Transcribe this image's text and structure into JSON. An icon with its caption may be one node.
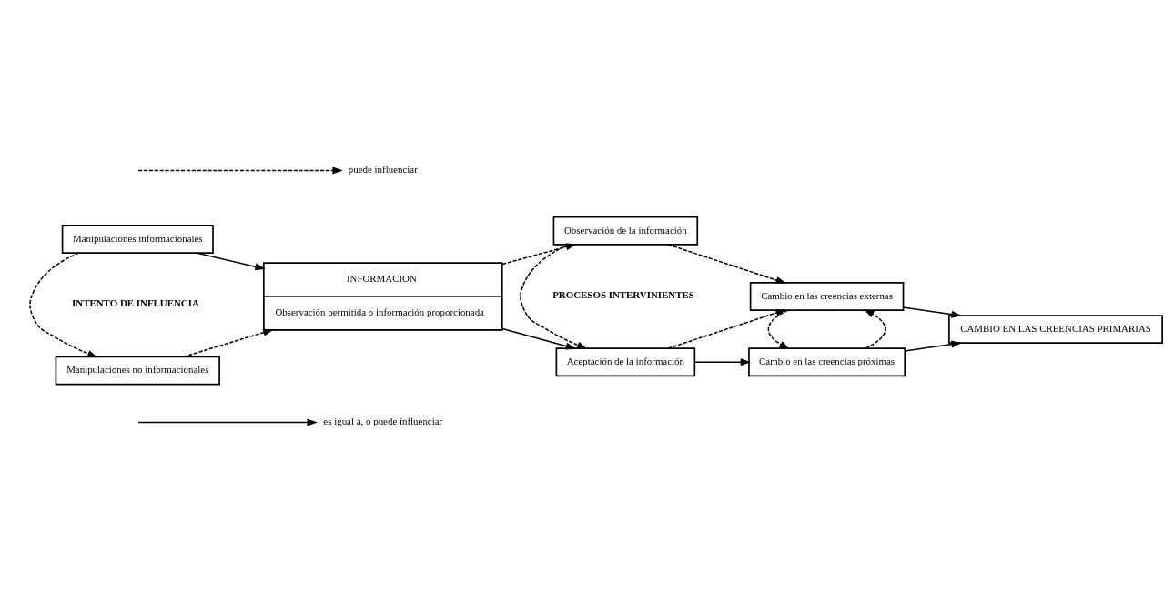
{
  "diagram": {
    "nodes": [
      {
        "text": [
          "Manipulaciones no informacionales"
        ]
      },
      {
        "text": [
          "INFORMACION",
          "Observación permitida o información proporcionada"
        ]
      },
      {
        "text": [
          "Manipulaciones informacionales"
        ]
      },
      {
        "text": [
          "Aceptación de la información"
        ]
      },
      {
        "text": [
          "Cambio en las creencias próximas"
        ]
      },
      {
        "text": [
          "Observación de la información"
        ]
      },
      {
        "text": [
          "Cambio en las creencias externas"
        ]
      },
      {
        "text": [
          "CAMBIO EN LAS CREENCIAS PRIMARIAS"
        ]
      }
    ],
    "edges": [
      {
        "from": 0,
        "to": 1,
        "arrow": "to",
        "style": "dashed"
      },
      {
        "from": 2,
        "to": 0,
        "arrow": "to",
        "style": "dashed"
      },
      {
        "from": 2,
        "to": 1,
        "arrow": "to"
      },
      {
        "from": 1,
        "to": 3,
        "arrow": "to"
      },
      {
        "from": 1,
        "to": 5,
        "arrow": "to",
        "style": "dashed"
      },
      {
        "from": 3,
        "to": 4,
        "arrow": "to"
      },
      {
        "from": 5,
        "to": 3,
        "arrow": "to",
        "style": "dashed"
      },
      {
        "from": 3,
        "to": 6,
        "arrow": "to",
        "style": "dashed"
      },
      {
        "from": 4,
        "to": 6,
        "arrow": "to",
        "style": "dashed"
      },
      {
        "from": 6,
        "to": 4,
        "arrow": "to",
        "style": "dashed"
      },
      {
        "from": 5,
        "to": 6,
        "arrow": "to",
        "style": "dashed"
      },
      {
        "from": 4,
        "to": 7,
        "arrow": "to"
      },
      {
        "from": 6,
        "to": 7,
        "arrow": "to"
      }
    ],
    "labels": [
      "INTENTO DE INFLUENCIA",
      "PROCESOS INTERVINIENTES"
    ],
    "legend": [
      {
        "text": "puede influenciar"
      },
      {
        "text": "es igual a, o puede influenciar"
      }
    ]
  }
}
